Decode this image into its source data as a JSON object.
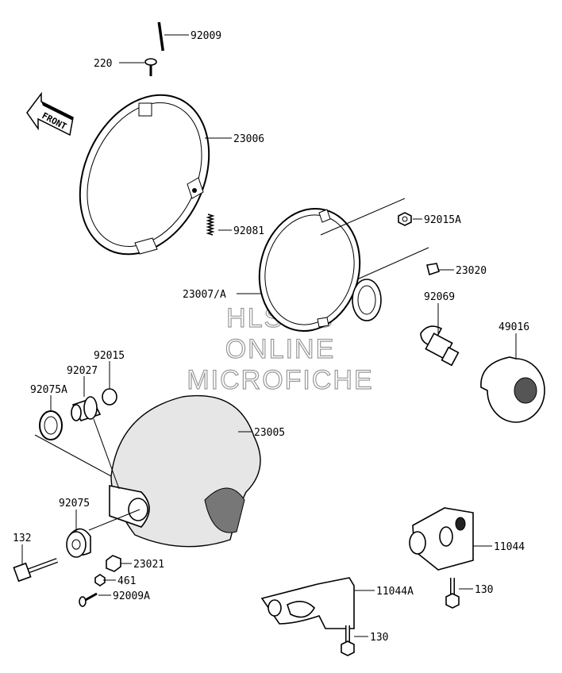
{
  "watermark": {
    "line1": "HLSM'S",
    "line2": "ONLINE",
    "line3": "MICROFICHE"
  },
  "front_arrow": {
    "label": "FRONT"
  },
  "callouts": [
    "92009",
    "220",
    "23006",
    "92081",
    "92015A",
    "23020",
    "23007/A",
    "92069",
    "49016",
    "92015",
    "92027",
    "92075A",
    "23005",
    "92075",
    "132",
    "23021",
    "461",
    "92009A",
    "11044",
    "11044A",
    "130",
    "130"
  ]
}
